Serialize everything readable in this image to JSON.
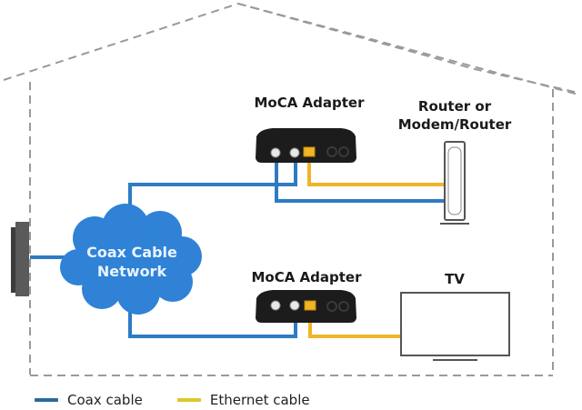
{
  "colors": {
    "coax": "#2e7bc4",
    "ethernet": "#f0b429",
    "cloud": "#2f82d6",
    "house_outline": "#9a9a9a",
    "device": "#1c1c1c",
    "wall_plate": "#5a5a5a"
  },
  "labels": {
    "adapter_top": "MoCA Adapter",
    "router_line1": "Router or",
    "router_line2": "Modem/Router",
    "adapter_bottom": "MoCA Adapter",
    "tv": "TV",
    "cloud_line1": "Coax Cable",
    "cloud_line2": "Network"
  },
  "legend": [
    {
      "label": "Coax cable",
      "color": "#2e7bc4"
    },
    {
      "label": "Ethernet cable",
      "color": "#f0b429"
    }
  ],
  "icons": {
    "wall_outlet": "coax-wall-outlet-icon",
    "adapter": "moca-adapter-icon",
    "router": "router-icon",
    "tv": "tv-icon",
    "cloud": "cloud-icon"
  }
}
